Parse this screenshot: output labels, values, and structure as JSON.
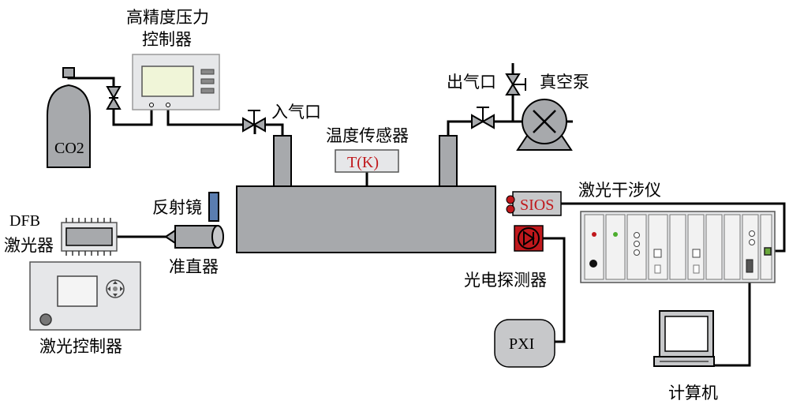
{
  "labels": {
    "pressure_controller": [
      "高精度压力",
      "控制器"
    ],
    "co2": "CO2",
    "gas_inlet": "入气口",
    "gas_outlet": "出气口",
    "vacuum_pump": "真空泵",
    "temp_sensor": "温度传感器",
    "temp_sensor_readout": "T(K)",
    "mirror": "反射镜",
    "dfb_laser": [
      "DFB",
      "激光器"
    ],
    "collimator": "准直器",
    "laser_controller": "激光控制器",
    "sios": "SIOS",
    "laser_interferometer": "激光干涉仪",
    "photodetector": "光电探测器",
    "pxi": "PXI",
    "computer": "计算机"
  },
  "colors": {
    "device_fill": "#a7a9ac",
    "device_light": "#d6d7d9",
    "red_text": "#c0181c",
    "line": "#000000"
  }
}
